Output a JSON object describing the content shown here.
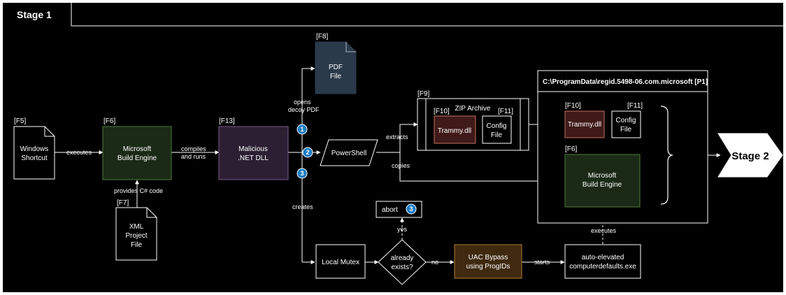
{
  "tab_title": "Stage 1",
  "stage2_label": "Stage 2",
  "markers": [
    "1",
    "2",
    "3"
  ],
  "nodes": {
    "windows_shortcut": {
      "ref": "[F5]",
      "lines": [
        "Windows",
        "Shortcut"
      ]
    },
    "msbuild_1": {
      "ref": "[F6]",
      "lines": [
        "Microsoft",
        "Build Engine"
      ]
    },
    "xml_project": {
      "ref": "[F7]",
      "lines": [
        "XML",
        "Project",
        "File"
      ]
    },
    "dotnet_dll": {
      "ref": "[F13]",
      "lines": [
        "Malicious",
        ".NET DLL"
      ]
    },
    "pdf_file": {
      "ref": "[F8]",
      "lines": [
        "PDF",
        "File"
      ]
    },
    "powershell": {
      "lines": [
        "PowerShell"
      ]
    },
    "zip_archive": {
      "ref": "[F9]",
      "title": "ZIP Archive"
    },
    "trammy_1": {
      "ref": "[F10]",
      "lines": [
        "Trammy.dll"
      ]
    },
    "config_1": {
      "ref": "[F11]",
      "lines": [
        "Config",
        "File"
      ]
    },
    "programdata": {
      "title": "C:\\ProgramData\\regid.5498-06.com.microsoft [P1]"
    },
    "trammy_2": {
      "ref": "[F10]",
      "lines": [
        "Trammy.dll"
      ]
    },
    "config_2": {
      "ref": "[F11]",
      "lines": [
        "Config",
        "File"
      ]
    },
    "msbuild_2": {
      "ref": "[F6]",
      "lines": [
        "Microsoft",
        "Build Engine"
      ]
    },
    "local_mutex": {
      "lines": [
        "Local Mutex"
      ]
    },
    "already_exists": {
      "lines": [
        "already",
        "exists?"
      ]
    },
    "abort": {
      "label": "abort",
      "marker": "3"
    },
    "uac_bypass": {
      "lines": [
        "UAC Bypass",
        "using ProgIDs"
      ]
    },
    "computerdefaults": {
      "lines": [
        "auto-elevated",
        "computerdefaults.exe"
      ]
    }
  },
  "edges": {
    "executes_1": "executes",
    "provides": "provides C# code",
    "compiles": [
      "compiles",
      "and runs"
    ],
    "opens": [
      "opens",
      "decoy PDF"
    ],
    "extracts": "extracts",
    "copies": "copies",
    "creates": "creates",
    "yes": "yes",
    "no": "no",
    "starts": "starts",
    "executes_2": "executes"
  },
  "colors": {
    "canvas": "#000000",
    "stroke": "#ffffff",
    "msbuild_fill": "#1b2a16",
    "msbuild_stroke": "#4f7a3c",
    "dll_fill": "#2c1f33",
    "dll_stroke": "#7a5a8c",
    "pdf_fill": "#2b3a4a",
    "trammy_fill": "#3f1a18",
    "trammy_stroke": "#c07060",
    "uac_fill": "#3f2a10",
    "uac_stroke": "#b07a30",
    "marker": "#1c7cc4"
  }
}
